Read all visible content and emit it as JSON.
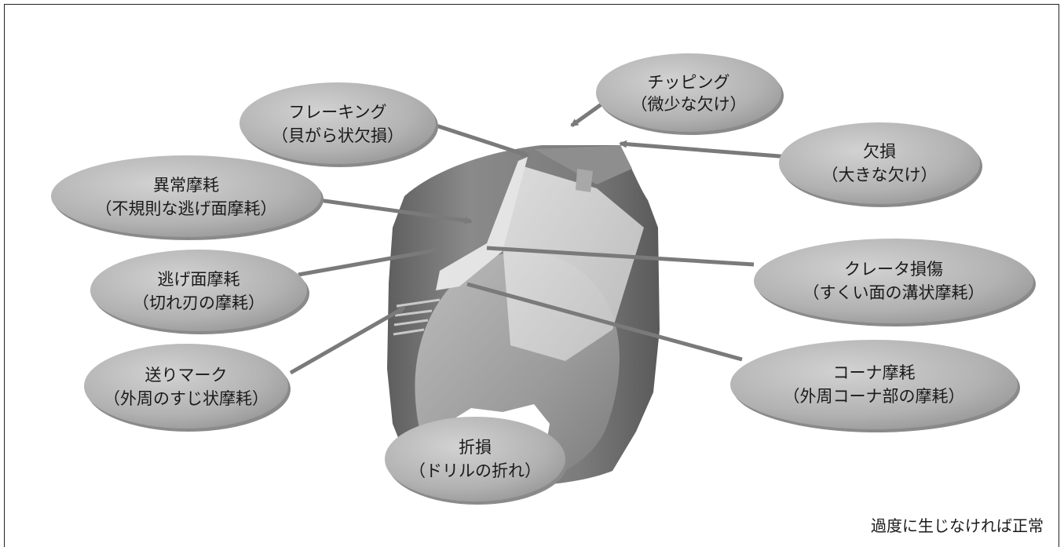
{
  "labels": {
    "chipping": {
      "line1": "チッピング",
      "line2": "（微少な欠け）"
    },
    "flaking": {
      "line1": "フレーキング",
      "line2": "（貝がら状欠損）"
    },
    "fracture": {
      "line1": "欠損",
      "line2": "（大きな欠け）"
    },
    "abnormal_wear": {
      "line1": "異常摩耗",
      "line2": "（不規則な逃げ面摩耗）"
    },
    "flank_wear": {
      "line1": "逃げ面摩耗",
      "line2": "（切れ刃の摩耗）"
    },
    "crater_wear": {
      "line1": "クレータ損傷",
      "line2": "（すくい面の溝状摩耗）"
    },
    "feed_mark": {
      "line1": "送りマーク",
      "line2": "（外周のすじ状摩耗）"
    },
    "corner_wear": {
      "line1": "コーナ摩耗",
      "line2": "（外周コーナ部の摩耗）"
    },
    "breakage": {
      "line1": "折損",
      "line2": "（ドリルの折れ）"
    }
  },
  "note": "過度に生じなければ正常",
  "colors": {
    "bubble": "#b4b4b4",
    "bubble_shadow": "#8a8a8a",
    "arrow": "#7a7a7a",
    "drill_dark": "#6e6e6e",
    "drill_mid": "#9c9c9c",
    "drill_light": "#d4d4d4"
  }
}
